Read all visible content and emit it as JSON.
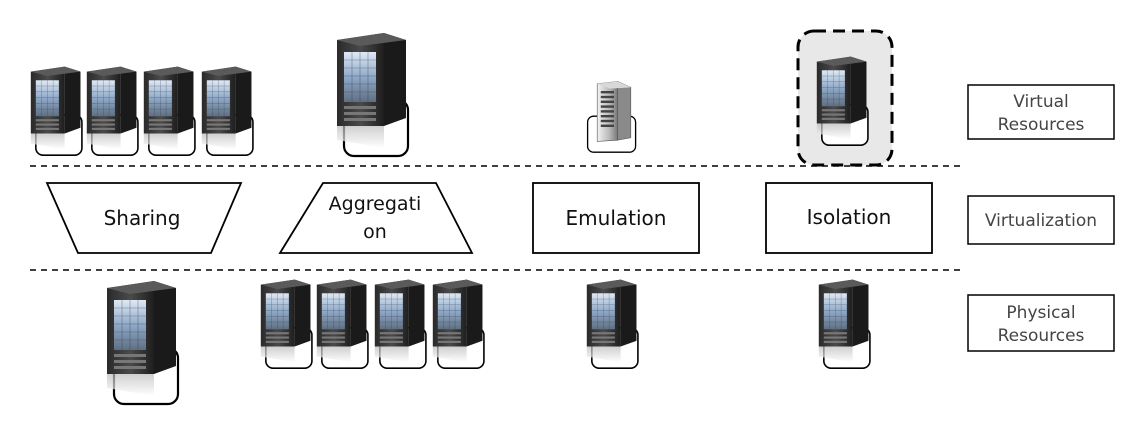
{
  "row_labels": {
    "virtual": [
      "Virtual",
      "Resources"
    ],
    "virtualization": "Virtualization",
    "physical": [
      "Physical",
      "Resources"
    ]
  },
  "columns": [
    {
      "technique": "Sharing",
      "virtual_servers": 4,
      "physical_servers": 1
    },
    {
      "technique": [
        "Aggregati",
        "on"
      ],
      "virtual_servers": 1,
      "physical_servers": 4
    },
    {
      "technique": "Emulation",
      "virtual_servers": 1,
      "physical_servers": 1
    },
    {
      "technique": "Isolation",
      "virtual_servers": 1,
      "physical_servers": 1
    }
  ],
  "icons": {
    "server": "server-tower-icon",
    "emulated": "emulated-server-icon"
  },
  "colors": {
    "isolation_highlight": "#e8e8e8",
    "server_body": "#3a3a3a",
    "server_panel": "#8fa9c8",
    "line": "#000000"
  }
}
